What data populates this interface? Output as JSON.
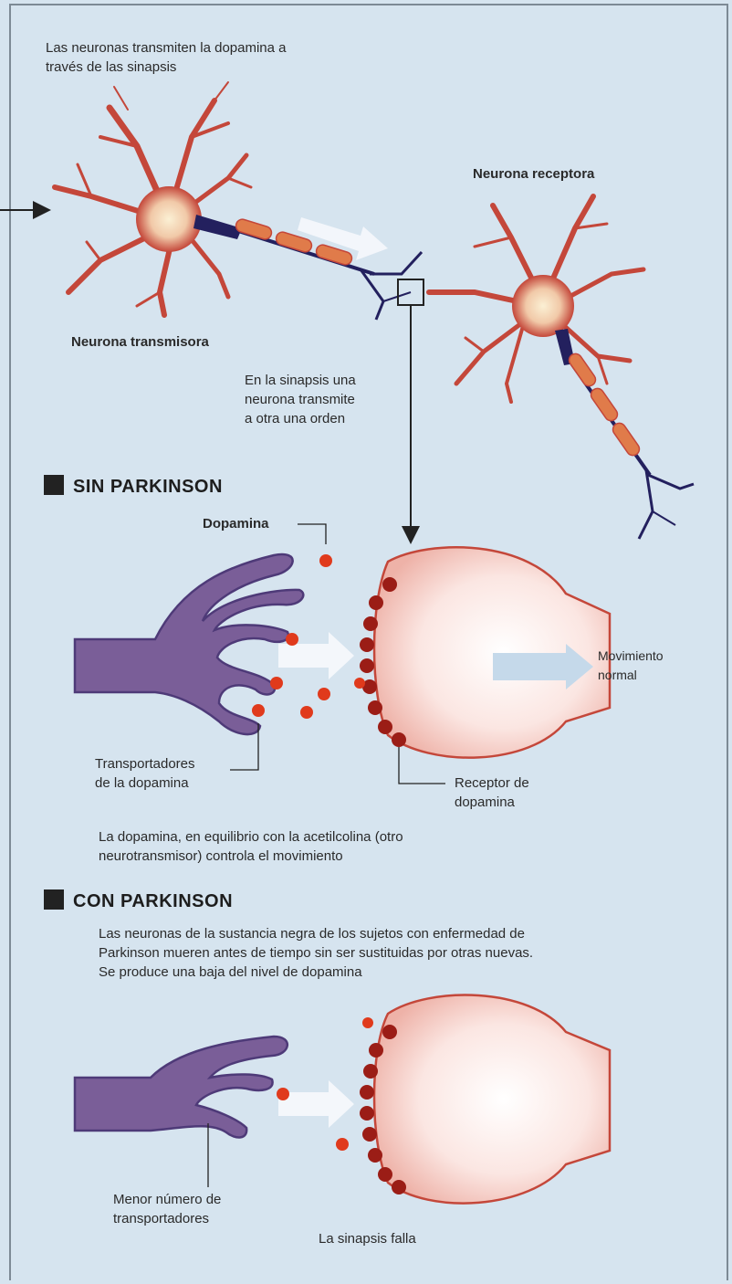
{
  "intro_text": [
    "Las neuronas transmiten la dopamina a",
    "través de las sinapsis"
  ],
  "labels": {
    "receiver": "Neurona receptora",
    "transmitter": "Neurona transmisora",
    "synapse_note": [
      "En la sinapsis una",
      "neurona transmite",
      "a otra una orden"
    ],
    "dopamine": "Dopamina",
    "movement": [
      "Movimiento",
      "normal"
    ],
    "transporters": [
      "Transportadores",
      "de la dopamina"
    ],
    "receptor": [
      "Receptor de",
      "dopamina"
    ],
    "balance_note": [
      "La dopamina, en equilibrio con la acetilcolina (otro",
      "neurotransmisor) controla el movimiento"
    ],
    "fewer_transporters": [
      "Menor número de",
      "transportadores"
    ],
    "synapse_fails": "La sinapsis falla"
  },
  "sections": {
    "without": "SIN PARKINSON",
    "with": "CON PARKINSON"
  },
  "parkinson_text": [
    "Las neuronas de la sustancia negra de los sujetos con enfermedad de",
    "Parkinson mueren antes de tiempo sin ser sustituidas por otras nuevas.",
    "Se produce una baja del nivel de dopamina"
  ],
  "colors": {
    "background": "#d6e4ef",
    "neuron": "#c4473a",
    "axon_segment": "#e07b4a",
    "terminal": "#23205e",
    "presynaptic": "#7a5e98",
    "dopamine": "#e03a1c",
    "receptor": "#9b1d16",
    "arrow": "#f4f7fb"
  }
}
